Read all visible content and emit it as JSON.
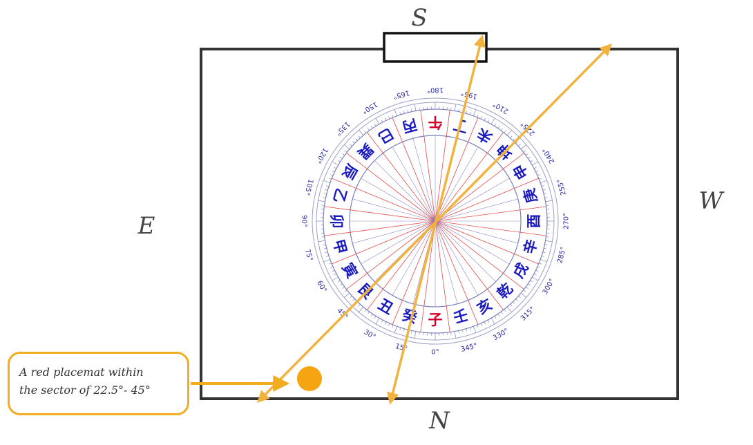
{
  "directions": {
    "south": "S",
    "north": "N",
    "east": "E",
    "west": "W"
  },
  "callout": {
    "line1": "A red placemat within",
    "line2": "the sector of 22.5°- 45°"
  },
  "compass": {
    "degree_labels": [
      "0°",
      "15°",
      "30°",
      "45°",
      "60°",
      "75°",
      "90°",
      "105°",
      "120°",
      "135°",
      "150°",
      "165°",
      "180°",
      "195°",
      "210°",
      "225°",
      "240°",
      "255°",
      "270°",
      "285°",
      "300°",
      "315°",
      "330°",
      "345°"
    ],
    "mountains": [
      "子",
      "癸",
      "丑",
      "艮",
      "寅",
      "甲",
      "卯",
      "乙",
      "辰",
      "巽",
      "巳",
      "丙",
      "午",
      "丁",
      "未",
      "坤",
      "申",
      "庚",
      "酉",
      "辛",
      "戌",
      "乾",
      "亥",
      "壬"
    ],
    "highlight_mountains": [
      "子",
      "午"
    ]
  },
  "colors": {
    "arrow": "#f1b23e",
    "dot": "#f5a511",
    "callout_border": "#f1ac1f",
    "frame": "#333333",
    "ring_text": "#1a1ac0",
    "highlight": "#d4002a",
    "divider_red": "#e24a4a",
    "divider_blue": "#8888cc"
  }
}
